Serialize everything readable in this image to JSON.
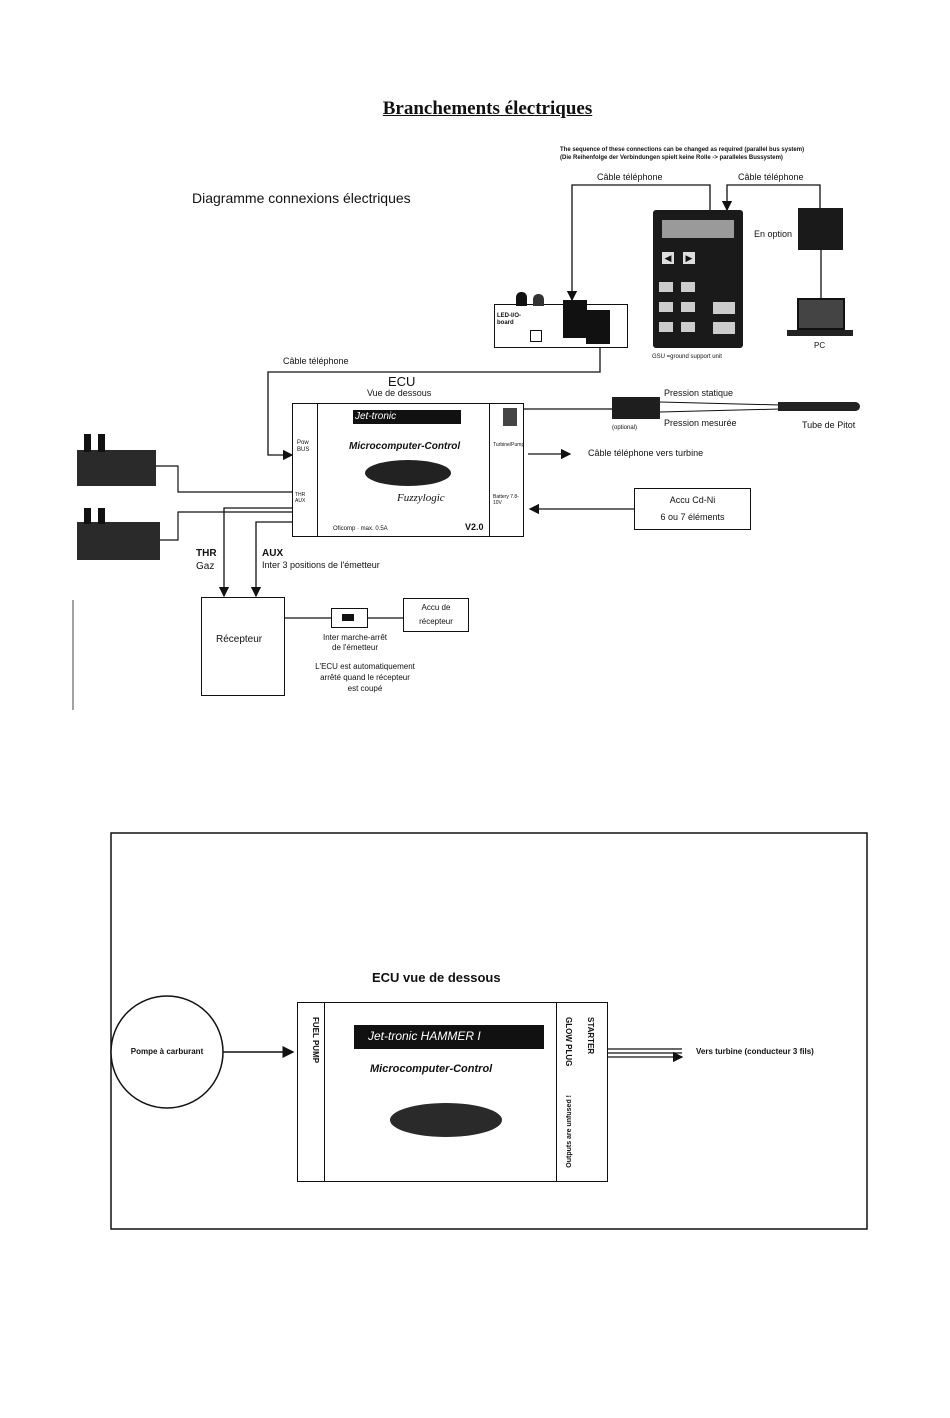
{
  "page_title": "Branchements électriques",
  "top_diagram": {
    "heading": "Diagramme connexions électriques",
    "note_line1": "The sequence of these connections can be changed as required (parallel bus system)",
    "note_line2": "(Die Reihenfolge der Verbindungen spielt keine Rolle -> paralleles Bussystem)",
    "cable_phone_1": "Câble téléphone",
    "cable_phone_2": "Câble téléphone",
    "cable_phone_3": "Câble téléphone",
    "en_option": "En option",
    "gsu_caption": "GSU =ground support unit",
    "pc_label": "PC",
    "led_board_label": "LED-I/O-board",
    "ecu_label": "ECU",
    "ecu_sub": "Vue de dessous",
    "ecu_brand": "Jet-tronic",
    "ecu_micro": "Microcomputer-Control",
    "ecu_fuzzy": "Fuzzylogic",
    "ecu_version": "V2.0",
    "ecu_footer": "Oficomp · max. 0.5A",
    "ecu_left_port": "Pow BUS",
    "ecu_right_port": "Turbine/Pump",
    "ecu_battery_port": "Battery 7.8-10V",
    "ecu_bus_ports": "THR AUX",
    "pressure_static": "Pression statique",
    "pressure_measured": "Pression mesurée",
    "optional": "(optional)",
    "pitot": "Tube de Pitot",
    "cable_turbine": "Câble téléphone vers turbine",
    "accu_line1": "Accu Cd-Ni",
    "accu_line2": "6 ou 7 éléments",
    "thr": "THR",
    "gaz": "Gaz",
    "aux": "AUX",
    "aux_desc": "Inter 3 positions de l'émetteur",
    "recepteur": "Récepteur",
    "switch_caption_1": "Inter marche-arrêt",
    "switch_caption_2": "de l'émetteur",
    "accu_rx_1": "Accu de",
    "accu_rx_2": "récepteur",
    "ecu_off_1": "L'ECU est automatiquement",
    "ecu_off_2": "arrêté quand le récepteur",
    "ecu_off_3": "est coupé"
  },
  "bottom_diagram": {
    "heading": "ECU vue de dessous",
    "pump": "Pompe à carburant",
    "fuel_pump_port": "FUEL PUMP",
    "brand_banner": "Jet-tronic  HAMMER I",
    "micro": "Microcomputer-Control",
    "glow_plug": "GLOW PLUG",
    "starter": "STARTER",
    "outputs_note": "Outputs are unfused !",
    "to_turbine": "Vers turbine (conducteur 3 fils)"
  }
}
